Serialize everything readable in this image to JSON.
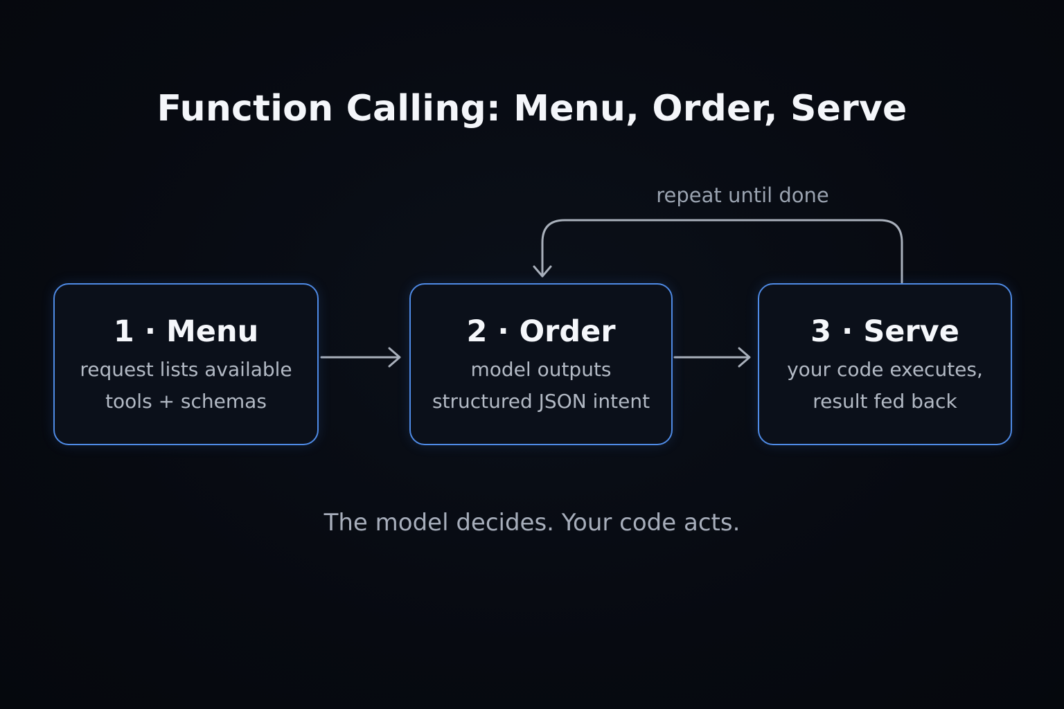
{
  "title": "Function Calling: Menu, Order, Serve",
  "loop_label": "repeat until done",
  "steps": [
    {
      "title": "1 · Menu",
      "description": "request lists available\ntools + schemas"
    },
    {
      "title": "2 · Order",
      "description": "model outputs\nstructured JSON intent"
    },
    {
      "title": "3 · Serve",
      "description": "your code executes,\nresult fed back"
    }
  ],
  "tagline": "The model decides. Your code acts.",
  "colors": {
    "background": "#070b12",
    "box_border": "#4f8be6",
    "box_fill": "#0b101a",
    "connector": "#a9b0bb",
    "title_text": "#f4f6fa",
    "muted_text": "#a7aebb"
  }
}
